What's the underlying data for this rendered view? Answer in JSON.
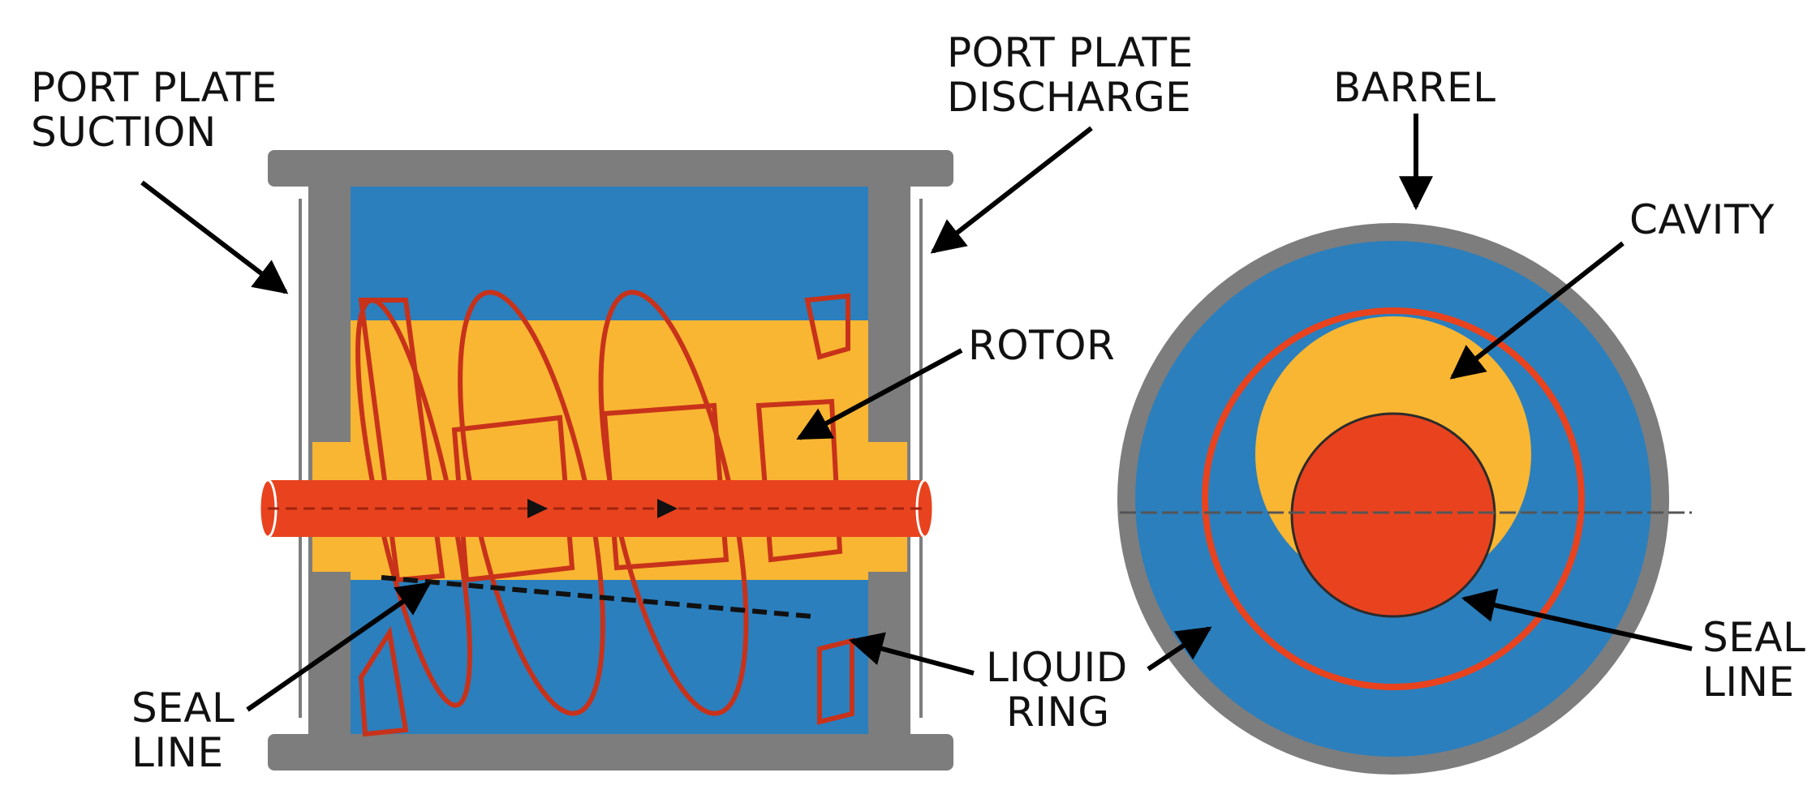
{
  "labels": {
    "port_plate_suction": [
      "PORT PLATE",
      "SUCTION"
    ],
    "port_plate_discharge": [
      "PORT PLATE",
      "DISCHARGE"
    ],
    "barrel": "BARREL",
    "cavity": "CAVITY",
    "rotor": "ROTOR",
    "seal_line_left": [
      "SEAL",
      "LINE"
    ],
    "liquid_ring": [
      "LIQUID",
      "RING"
    ],
    "seal_line_right": [
      "SEAL",
      "LINE"
    ]
  },
  "colors": {
    "casing": "#7d7d7d",
    "liquid": "#2b7fbd",
    "rotor_body": "#f9b632",
    "shaft": "#e8431e",
    "outline": "#c8321a",
    "arrow": "#000000"
  }
}
